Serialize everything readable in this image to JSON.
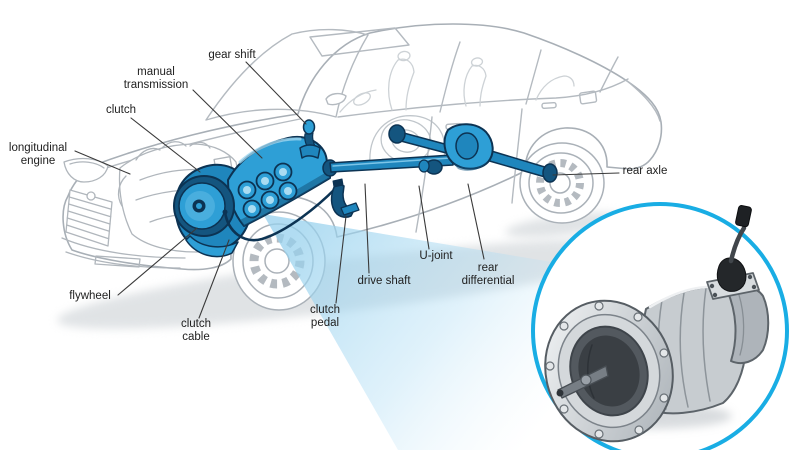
{
  "diagram": {
    "labels": [
      {
        "id": "gear-shift",
        "line1": "gear shift",
        "line2": ""
      },
      {
        "id": "manual-transmission",
        "line1": "manual",
        "line2": "transmission"
      },
      {
        "id": "clutch",
        "line1": "clutch",
        "line2": ""
      },
      {
        "id": "longitudinal-engine",
        "line1": "longitudinal",
        "line2": "engine"
      },
      {
        "id": "flywheel",
        "line1": "flywheel",
        "line2": ""
      },
      {
        "id": "clutch-cable",
        "line1": "clutch",
        "line2": "cable"
      },
      {
        "id": "clutch-pedal",
        "line1": "clutch",
        "line2": "pedal"
      },
      {
        "id": "drive-shaft",
        "line1": "drive shaft",
        "line2": ""
      },
      {
        "id": "u-joint",
        "line1": "U-joint",
        "line2": ""
      },
      {
        "id": "rear-differential",
        "line1": "rear",
        "line2": "differential"
      },
      {
        "id": "rear-axle",
        "line1": "rear axle",
        "line2": ""
      }
    ],
    "colors": {
      "highlight_blue": "#2e9fd6",
      "highlight_dark_blue": "#14557f",
      "highlight_outline": "#0c3353",
      "beam_blue": "#a9d7ef",
      "inset_ring_cyan": "#19ade4",
      "label_text": "#212121",
      "car_linework": "#a8afb6"
    }
  }
}
